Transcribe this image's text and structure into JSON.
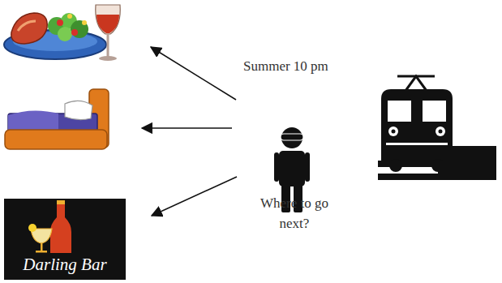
{
  "diagram": {
    "nodes": [
      {
        "text": [
          "Darling Bar"
        ]
      }
    ],
    "labels": [
      "Summer 10 pm",
      "Where to go next?"
    ]
  }
}
